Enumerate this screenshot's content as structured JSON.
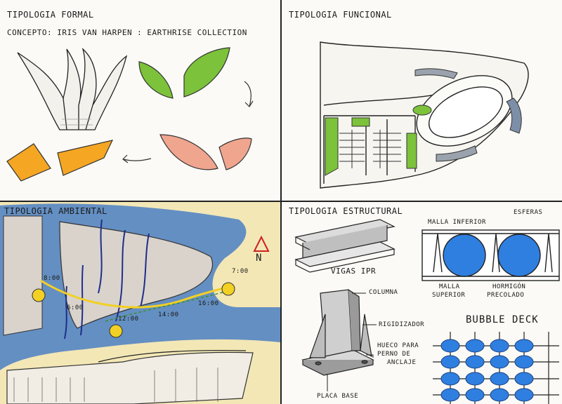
{
  "panels": {
    "formal": {
      "title": "Tipologia formal",
      "concept": "Concepto: Iris Van Harpen : Earthrise collection"
    },
    "funcional": {
      "title": "Tipologia funcional"
    },
    "ambiental": {
      "title": "Tipologia ambiental",
      "north": "N",
      "times": [
        "8:00",
        "6:00",
        "12:00",
        "14:00",
        "16:00",
        "7:00"
      ]
    },
    "estructural": {
      "title": "Tipologia estructural",
      "labels": {
        "vigas": "Vigas IPR",
        "columna": "Columna",
        "rigidizador": "Rigidizador",
        "hueco": "Hueco para",
        "perno": "perno de",
        "anclaje": "anclaje",
        "placa": "Placa base",
        "malla_inferior": "Malla inferior",
        "esferas": "Esferas",
        "malla_superior_1": "Malla",
        "malla_superior_2": "superior",
        "hormigon_1": "Hormigón",
        "hormigon_2": "precolado",
        "bubble": "Bubble deck"
      }
    }
  },
  "colors": {
    "leaf_green": "#7cc23a",
    "salmon": "#f0a58f",
    "orange": "#f5a623",
    "water_blue": "#4a7fc4",
    "sun_yellow": "#f2d024",
    "sphere_blue": "#2f7fe0"
  }
}
